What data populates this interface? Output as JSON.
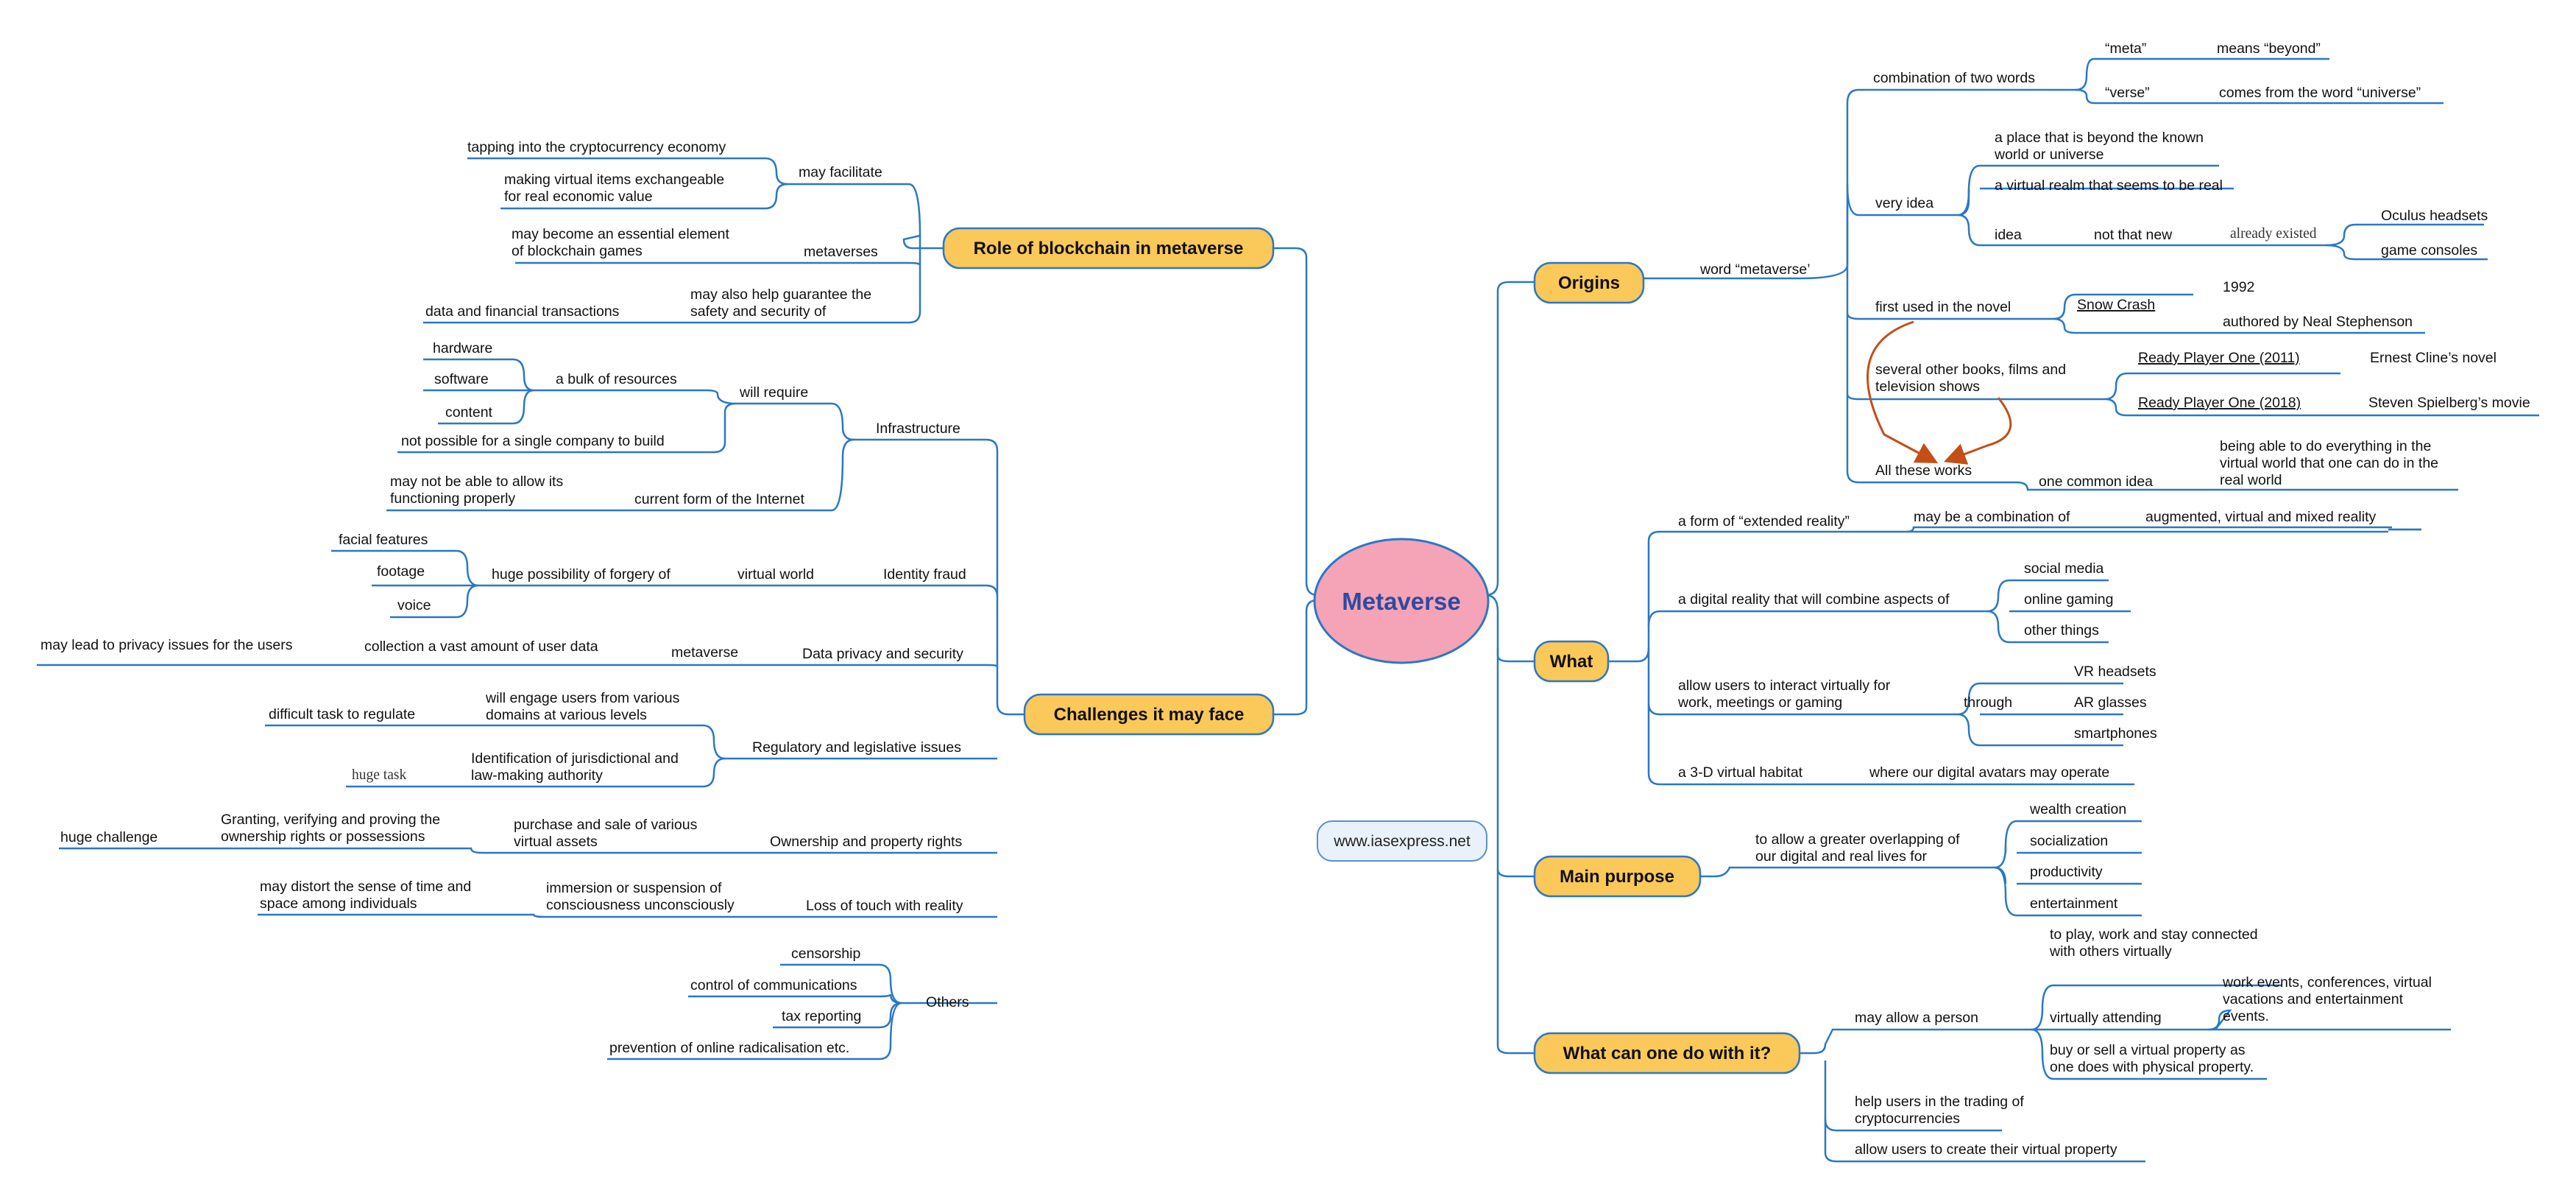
{
  "center": "Metaverse",
  "website": "www.iasexpress.net",
  "colors": {
    "line": "#2b78c4",
    "main_fill": "#fbc85a",
    "center_fill": "#f5a3b6",
    "arrow": "#c44e16"
  },
  "branches": {
    "origins": {
      "label": "Origins",
      "word": "word “metaverse’",
      "combination": "combination of two words",
      "meta": "“meta”",
      "meta_means": "means “beyond”",
      "verse": "“verse”",
      "verse_from": "comes from the word “universe”",
      "very_idea": "very idea",
      "place_beyond_1": "a place that is beyond the known",
      "place_beyond_2": "world or universe",
      "virtual_realm": "a virtual realm that seems to be real",
      "idea": "idea",
      "not_new": "not that new",
      "already_existed": "already existed",
      "oculus": "Oculus headsets",
      "consoles": "game consoles",
      "first_used": "first used in the novel",
      "snow_crash": "Snow Crash",
      "year": "1992",
      "authored": "authored by Neal Stephenson",
      "several_1": "several other books, films and",
      "several_2": "television shows",
      "rpo_2011": "Ready Player One (2011)",
      "cline": "Ernest Cline’s novel",
      "rpo_2018": "Ready Player One (2018)",
      "spielberg": "Steven Spielberg’s movie",
      "all_works": "All these works",
      "common_idea": "one common idea",
      "being_able_1": "being able to do everything in the",
      "being_able_2": "virtual world that one can do in the",
      "being_able_3": "real world"
    },
    "what": {
      "label": "What",
      "extended": "a form of “extended reality”",
      "combination": "may be a combination of",
      "avm": "augmented, virtual and mixed reality",
      "digital_reality": "a digital reality that will combine aspects of",
      "social": "social media",
      "gaming": "online gaming",
      "other": "other things",
      "interact_1": "allow users to interact virtually for",
      "interact_2": "work, meetings or gaming",
      "through": "through",
      "vr": "VR headsets",
      "ar": "AR glasses",
      "phones": "smartphones",
      "habitat": "a 3-D virtual habitat",
      "avatars": "where our digital avatars may operate"
    },
    "purpose": {
      "label": "Main purpose",
      "overlap_1": "to allow a greater overlapping of",
      "overlap_2": "our digital and real lives for",
      "items": [
        "wealth creation",
        "socialization",
        "productivity",
        "entertainment"
      ]
    },
    "do": {
      "label": "What can one do with it?",
      "allow_person": "may allow a person",
      "play_1": "to play, work and stay connected",
      "play_2": "with others virtually",
      "attending": "virtually attending",
      "events_1": "work events, conferences, virtual",
      "events_2": "vacations and entertainment",
      "events_3": "events.",
      "buy_1": "buy or sell a virtual property as",
      "buy_2": "one does with physical property.",
      "trading_1": "help users in the trading of",
      "trading_2": "cryptocurrencies",
      "create": "allow users to create their virtual property"
    },
    "blockchain": {
      "label": "Role of blockchain in metaverse",
      "facilitate": "may facilitate",
      "tapping": "tapping into the cryptocurrency economy",
      "exch_1": "making virtual items exchangeable",
      "exch_2": "for real economic value",
      "metaverses": "metaverses",
      "essential_1": "may become an essential element",
      "essential_2": "of blockchain games",
      "guarantee_1": "may also help guarantee the",
      "guarantee_2": "safety and security of",
      "data_fin": "data and financial transactions"
    },
    "challenges": {
      "label": "Challenges it may face",
      "infrastructure": "Infrastructure",
      "will_require": "will require",
      "bulk": "a bulk of resources",
      "hardware": "hardware",
      "software": "software",
      "content": "content",
      "not_possible": "not possible for a single company to build",
      "current_form": "current form of the Internet",
      "not_allow_1": "may not be able to allow its",
      "not_allow_2": "functioning properly",
      "identity": "Identity fraud",
      "virtual_world": "virtual world",
      "forgery": "huge possibility of forgery of",
      "facial": "facial features",
      "footage": "footage",
      "voice": "voice",
      "privacy": "Data privacy and security",
      "metaverse": "metaverse",
      "collection": "collection a vast amount of user data",
      "privacy_issues": "may lead to privacy issues for the users",
      "regulatory": "Regulatory and legislative issues",
      "engage_1": "will engage users from various",
      "engage_2": "domains at various levels",
      "difficult": "difficult task to regulate",
      "jurisdiction_1": "Identification of jurisdictional and",
      "jurisdiction_2": "law-making authority",
      "huge_task": "huge task",
      "ownership": "Ownership and property rights",
      "purchase_1": "purchase and sale of various",
      "purchase_2": "virtual assets",
      "granting_1": "Granting, verifying and proving the",
      "granting_2": "ownership rights or possessions",
      "huge_challenge": "huge challenge",
      "loss": "Loss of touch with reality",
      "immersion_1": "immersion or suspension of",
      "immersion_2": "consciousness unconsciously",
      "distort_1": "may distort the sense of time and",
      "distort_2": "space among individuals",
      "others": "Others",
      "censorship": "censorship",
      "comm": "control of communications",
      "tax": "tax reporting",
      "radical": "prevention of online radicalisation  etc."
    }
  }
}
